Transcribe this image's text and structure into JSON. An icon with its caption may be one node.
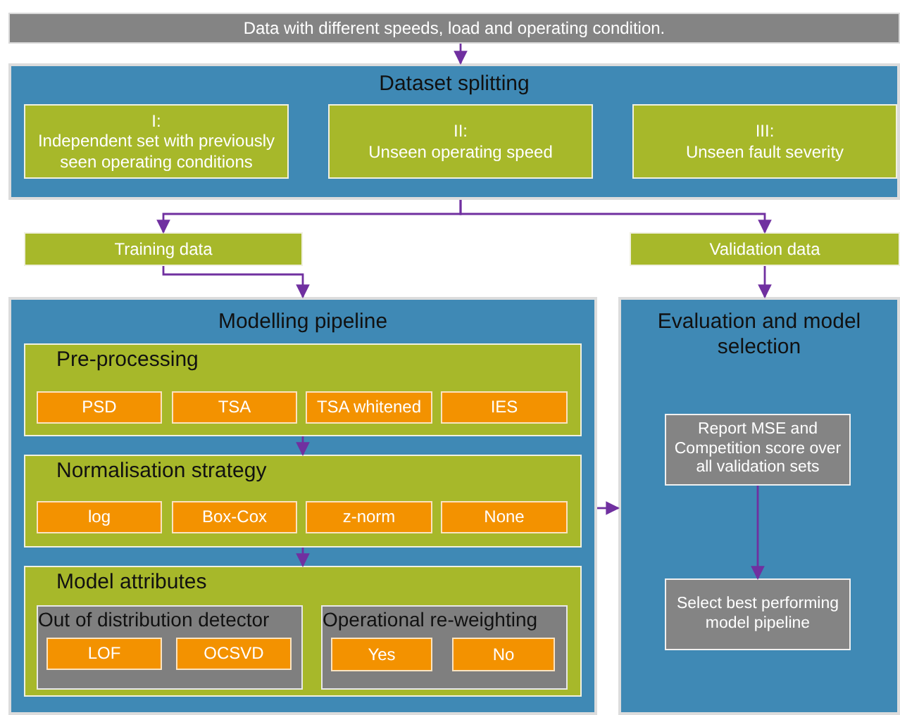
{
  "diagram": {
    "nodes": [
      {
        "text": [
          "Data with different speeds, load and operating condition."
        ]
      },
      {
        "text": [
          "Dataset splitting"
        ]
      },
      {
        "text": [
          "I:",
          "Independent set with previously seen operating conditions"
        ],
        "in": 1
      },
      {
        "text": [
          "II:",
          "Unseen operating speed"
        ],
        "in": 1
      },
      {
        "text": [
          "III:",
          "Unseen fault severity"
        ],
        "in": 1
      },
      {
        "text": [
          "Training data"
        ]
      },
      {
        "text": [
          "Validation data"
        ]
      },
      {
        "text": [
          "Modelling pipeline"
        ]
      },
      {
        "text": [
          "Pre-processing"
        ],
        "in": 7
      },
      {
        "text": [
          "PSD"
        ],
        "in": 8
      },
      {
        "text": [
          "TSA"
        ],
        "in": 8
      },
      {
        "text": [
          "TSA whitened"
        ],
        "in": 8
      },
      {
        "text": [
          "IES"
        ],
        "in": 8
      },
      {
        "text": [
          "Normalisation strategy"
        ],
        "in": 7
      },
      {
        "text": [
          "log"
        ],
        "in": 13
      },
      {
        "text": [
          "Box-Cox"
        ],
        "in": 13
      },
      {
        "text": [
          "z-norm"
        ],
        "in": 13
      },
      {
        "text": [
          "None"
        ],
        "in": 13
      },
      {
        "text": [
          "Model attributes"
        ],
        "in": 7
      },
      {
        "text": [
          "Out of distribution detector"
        ],
        "in": 18
      },
      {
        "text": [
          "LOF"
        ],
        "in": 19
      },
      {
        "text": [
          "OCSVD"
        ],
        "in": 19
      },
      {
        "text": [
          "Operational re-weighting"
        ],
        "in": 18
      },
      {
        "text": [
          "Yes"
        ],
        "in": 22
      },
      {
        "text": [
          "No"
        ],
        "in": 22
      },
      {
        "text": [
          "Evaluation and model selection"
        ]
      },
      {
        "text": [
          "Report MSE and Competition score over all validation sets"
        ],
        "in": 25
      },
      {
        "text": [
          "Select best performing model pipeline"
        ],
        "in": 25
      }
    ],
    "edges": [
      {
        "from": 0,
        "to": 1,
        "arrow": "to"
      },
      {
        "from": 1,
        "to": 5,
        "arrow": "to"
      },
      {
        "from": 1,
        "to": 6,
        "arrow": "to"
      },
      {
        "from": 5,
        "to": 7,
        "arrow": "to"
      },
      {
        "from": 6,
        "to": 25,
        "arrow": "to"
      },
      {
        "from": 8,
        "to": 13,
        "arrow": "to"
      },
      {
        "from": 13,
        "to": 18,
        "arrow": "to"
      },
      {
        "from": 7,
        "to": 25,
        "arrow": "to"
      },
      {
        "from": 26,
        "to": 27,
        "arrow": "to"
      }
    ]
  }
}
